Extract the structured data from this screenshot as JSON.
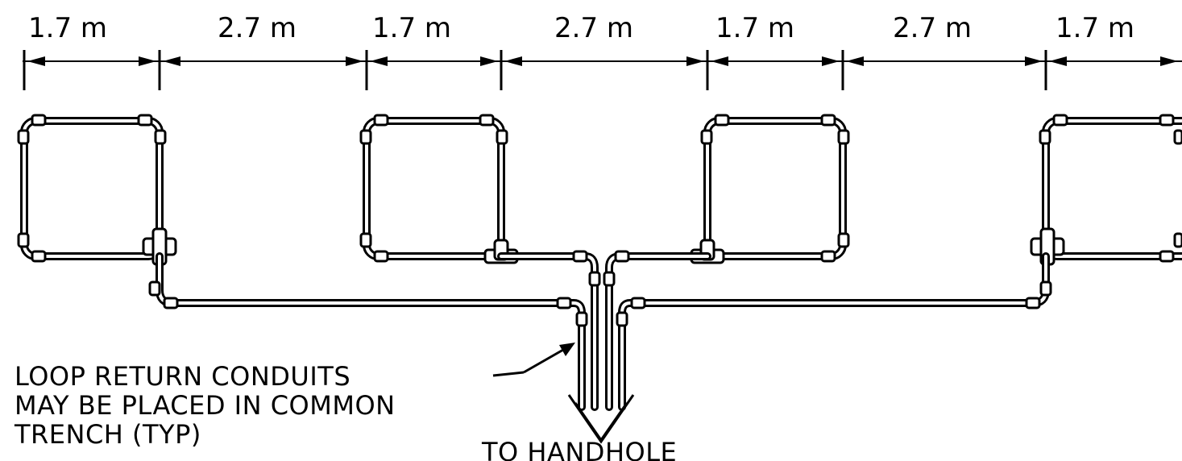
{
  "dimensions": [
    {
      "label": "1.7 m",
      "meters": 1.7
    },
    {
      "label": "2.7 m",
      "meters": 2.7
    },
    {
      "label": "1.7 m",
      "meters": 1.7
    },
    {
      "label": "2.7 m",
      "meters": 2.7
    },
    {
      "label": "1.7 m",
      "meters": 1.7
    },
    {
      "label": "2.7 m",
      "meters": 2.7
    },
    {
      "label": "1.7 m",
      "meters": 1.7
    }
  ],
  "note": {
    "lines": [
      "LOOP RETURN CONDUITS",
      "MAY BE PLACED IN COMMON",
      "TRENCH (TYP)"
    ]
  },
  "destination": {
    "label": "TO HANDHOLE"
  },
  "colors": {
    "ink": "#000000",
    "background": "#ffffff"
  }
}
